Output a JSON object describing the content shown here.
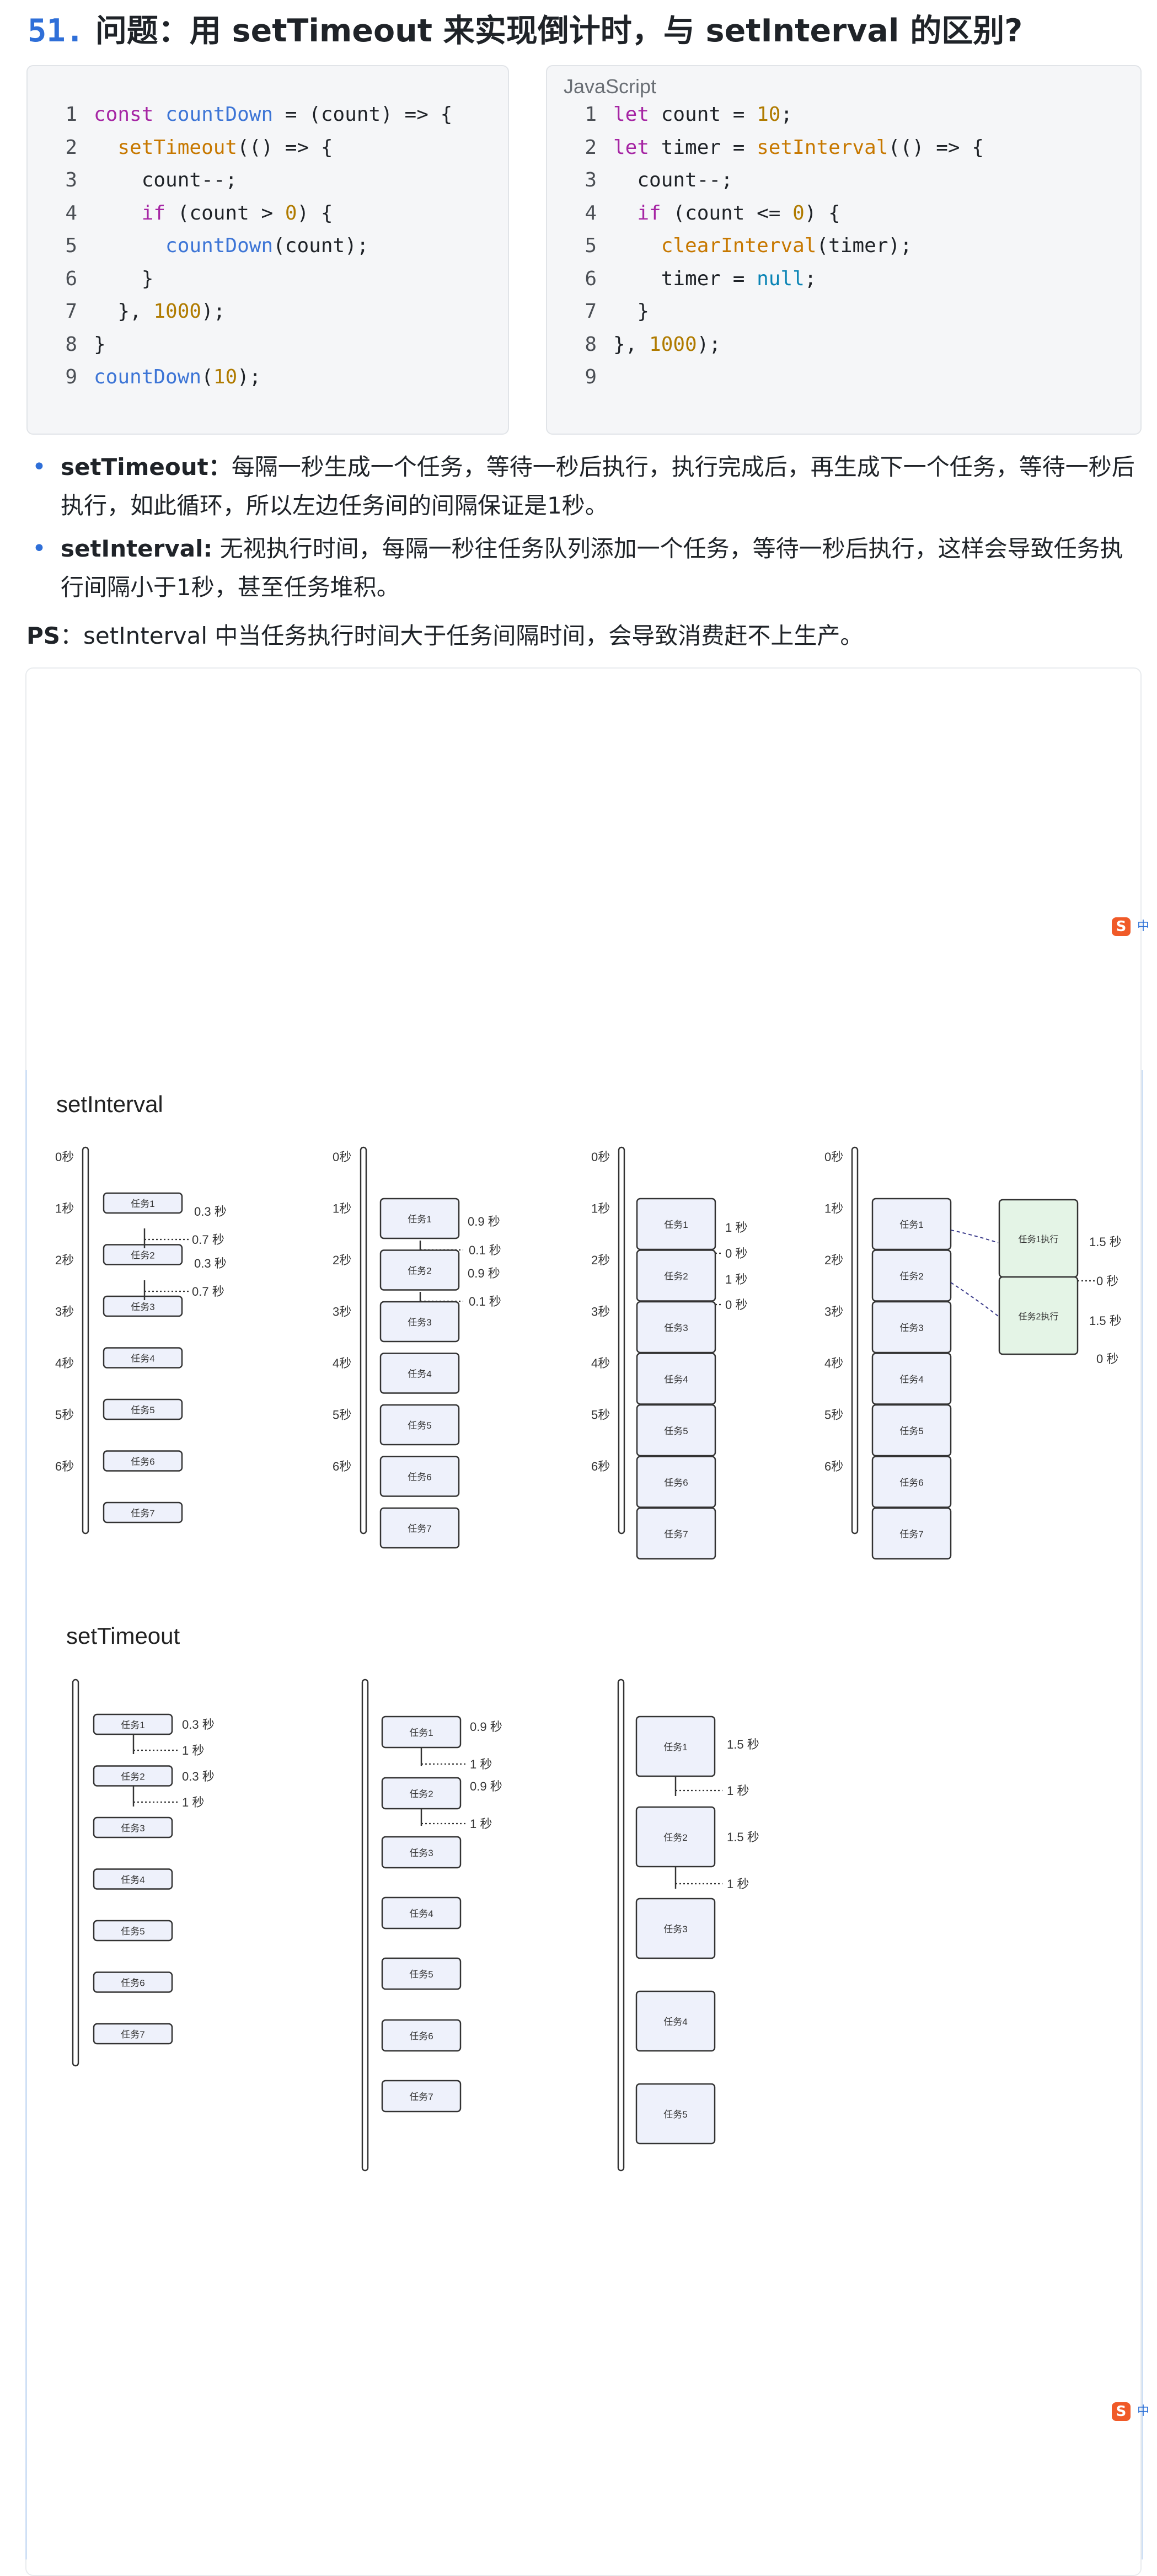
{
  "title": {
    "number": "51.",
    "text": "问题：用 setTimeout 来实现倒计时，与 setInterval 的区别?"
  },
  "code_left": {
    "lines": [
      "1",
      "2",
      "3",
      "4",
      "5",
      "6",
      "7",
      "8",
      "9"
    ]
  },
  "code_right": {
    "language": "JavaScript",
    "lines": [
      "1",
      "2",
      "3",
      "4",
      "5",
      "6",
      "7",
      "8",
      "9"
    ]
  },
  "bullets": [
    {
      "term": "setTimeout",
      "colon": "：",
      "text": "每隔一秒生成一个任务，等待一秒后执行，执行完成后，再生成下一个任务，等待一秒后执行，如此循环，所以左边任务间的间隔保证是1秒。"
    },
    {
      "term": "setInterval:",
      "colon": " ",
      "text": "无视执行时间，每隔一秒往任务队列添加一个任务，等待一秒后执行，这样会导致任务执行间隔小于1秒，甚至任务堆积。"
    }
  ],
  "ps": {
    "label": "PS",
    "text": "：setInterval 中当任务执行时间大于任务间隔时间，会导致消费赶不上生产。"
  },
  "diagram": {
    "interval_title": "setInterval",
    "timeout_title": "setTimeout",
    "time_labels": [
      "0秒",
      "1秒",
      "2秒",
      "3秒",
      "4秒",
      "5秒",
      "6秒"
    ],
    "tasks": [
      "任务1",
      "任务2",
      "任务3",
      "任务4",
      "任务5",
      "任务6",
      "任务7"
    ],
    "exec_tasks": [
      "任务1执行",
      "任务2执行"
    ],
    "col1_labels": [
      "0.3 秒",
      "0.7 秒",
      "0.3 秒",
      "0.7 秒"
    ],
    "col2_labels": [
      "0.9 秒",
      "0.1 秒",
      "0.9 秒",
      "0.1 秒"
    ],
    "col3_labels": [
      "1 秒",
      "0 秒",
      "1 秒",
      "0 秒"
    ],
    "col4_labels": [
      "1.5 秒",
      "0 秒",
      "1.5 秒",
      "0 秒"
    ],
    "t1_labels": [
      "0.3 秒",
      "1 秒",
      "0.3 秒",
      "1 秒"
    ],
    "t2_labels": [
      "0.9 秒",
      "1 秒",
      "0.9 秒",
      "1 秒"
    ],
    "t3_labels": [
      "1.5 秒",
      "1 秒",
      "1.5 秒",
      "1 秒"
    ]
  },
  "ime": {
    "label": "中"
  }
}
